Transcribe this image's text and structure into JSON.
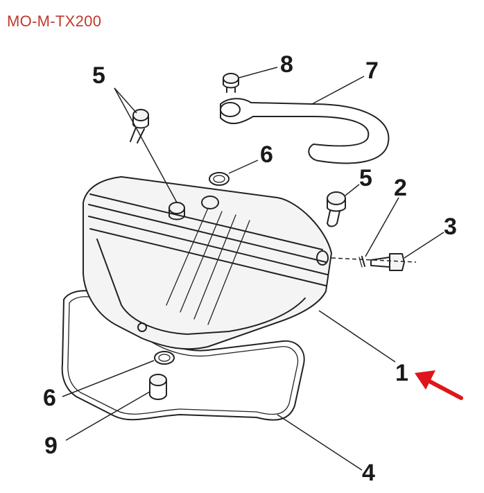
{
  "header": {
    "model_code": "MO-M-TX200"
  },
  "callouts": {
    "c1": "1",
    "c2": "2",
    "c3": "3",
    "c4": "4",
    "c5a": "5",
    "c5b": "5",
    "c6a": "6",
    "c6b": "6",
    "c7": "7",
    "c8": "8",
    "c9": "9"
  },
  "colors": {
    "model_code": "#c0392b",
    "arrow": "#e0151b",
    "line": "#222222"
  },
  "icons": {
    "pointer": "red-arrow-icon"
  }
}
